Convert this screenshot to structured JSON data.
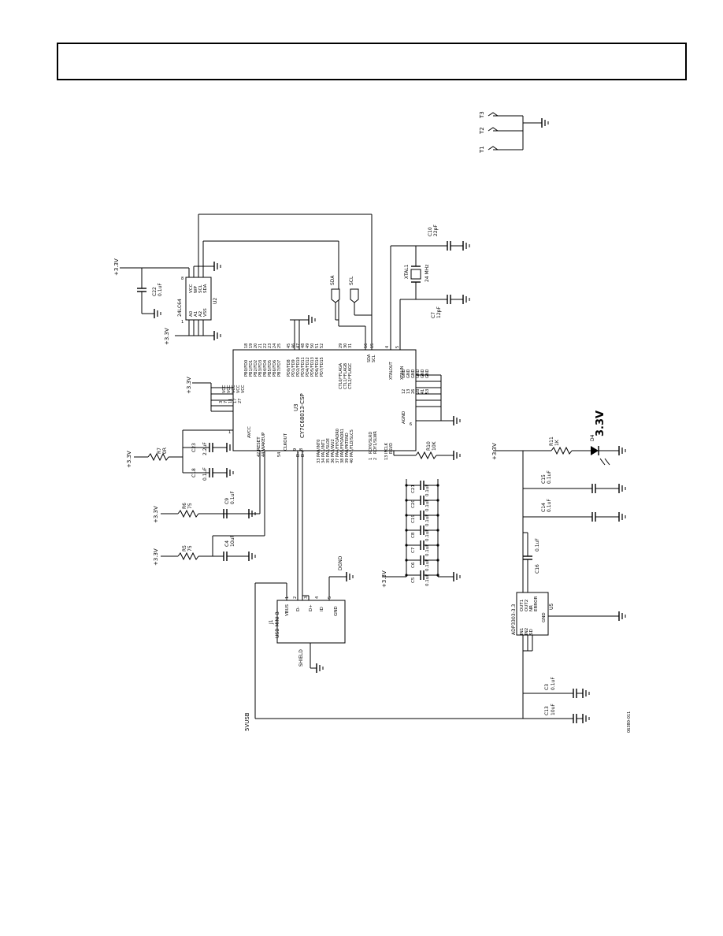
{
  "test_points": [
    "T3",
    "T2",
    "T1"
  ],
  "eeprom": {
    "ref": "U2",
    "part": "24LC64",
    "pins_right": [
      "VCC",
      "WP",
      "SCL",
      "SDA"
    ],
    "pins_left": [
      "A0",
      "A1",
      "A2",
      "VSS"
    ],
    "pin_vcc": "8",
    "pin_a0": "1"
  },
  "rails": {
    "v33": "+3.3V",
    "vbus": "5VUSB"
  },
  "caps": {
    "c22": {
      "ref": "C22",
      "val": "0.1uF"
    },
    "c10": {
      "ref": "C10",
      "val": "22pF"
    },
    "c7": {
      "ref": "C7",
      "val": "12pF"
    },
    "c23": {
      "ref": "C23",
      "val": "2.2uF"
    },
    "c18": {
      "ref": "C18",
      "val": "0.1uF"
    },
    "c9": {
      "ref": "C9",
      "val": "0.1uF"
    },
    "c4": {
      "ref": "C4",
      "val": "10uF"
    },
    "c15": {
      "ref": "C15",
      "val": "0.1uF"
    },
    "c14": {
      "ref": "C14",
      "val": "0.1uF"
    },
    "c16": {
      "ref": "C16",
      "val": "0.1uF"
    },
    "c3": {
      "ref": "C3",
      "val": "0.1uF"
    },
    "c13": {
      "ref": "C13",
      "val": "10uF"
    }
  },
  "crystal": {
    "ref": "XTAL1",
    "val": "24 MHz"
  },
  "nets": {
    "sda": "SDA",
    "scl": "SCL",
    "dgnd": "DGND",
    "shield": "SHIELD"
  },
  "mcu": {
    "ref": "U3",
    "part": "CY7C68013-CSP",
    "pb_pins": [
      "PB0/FD0",
      "PB1/FD1",
      "PB2/FD2",
      "PB3/FD3",
      "PB4/FD4",
      "PB5/FD5",
      "PB6/FD6",
      "PB7/FD7"
    ],
    "pb_nums": [
      "18",
      "19",
      "20",
      "21",
      "22",
      "23",
      "24",
      "25"
    ],
    "pd_pins": [
      "PD0/FD8",
      "PD1/FD9",
      "PD2/FD10",
      "PD3/FD11",
      "PD4/FD12",
      "PD5/FD13",
      "PD6/FD14",
      "PD7/FD15"
    ],
    "pd_nums": [
      "45",
      "46",
      "47",
      "48",
      "49",
      "50",
      "51",
      "52"
    ],
    "ctl_pins": [
      "CTL0/*FLAGA",
      "CTL1/*FLAGB",
      "CTL2/*FLAGC"
    ],
    "ctl_nums": [
      "29",
      "30",
      "31"
    ],
    "i2c_pins": [
      "SDA",
      "SCL"
    ],
    "i2c_nums": [
      "16",
      "15"
    ],
    "xtal_pins": [
      "XTALOUT",
      "XTALIN"
    ],
    "xtal_nums": [
      "4",
      "5"
    ],
    "vcc_pins": [
      "VCC",
      "VCC",
      "VCC",
      "VCC",
      "VCC"
    ],
    "vcc_nums": [
      "3",
      "7",
      "11",
      "17",
      "27"
    ],
    "gnd_pins": [
      "GND",
      "GND",
      "GND",
      "GND",
      "GND",
      "GND"
    ],
    "gnd_nums": [
      "12",
      "13",
      "26",
      "28",
      "41",
      "53"
    ],
    "avcc": "AVCC",
    "avcc_num": "1",
    "agnd": "AGND",
    "agnd_num": "6",
    "reset": "RESET",
    "reset_num": "42",
    "wakeup": "WAKEUP",
    "wakeup_num": "44",
    "clkout": "CLKOUT",
    "clkout_num": "54",
    "dplus": "D+",
    "dplus_num": "8",
    "dminus": "D-",
    "dminus_num": "9",
    "pa_pins": [
      "PA0/INT0",
      "PA1/INT1",
      "PA2/SLOE",
      "PA3/WU2",
      "PA4/FIFOADR0",
      "PA5/FIFOADR1",
      "PA6/PKTEND",
      "PA7/FLD/SLCS"
    ],
    "pa_nums": [
      "33",
      "34",
      "35",
      "36",
      "37",
      "38",
      "39",
      "40"
    ],
    "rdy_pins": [
      "RDY0/SLRD",
      "RDY1/SLWR",
      "IFCLK"
    ],
    "rdy_nums": [
      "1",
      "2",
      "13"
    ],
    "rdy_extra": "RSVD"
  },
  "resistors": {
    "r7": {
      "ref": "R7",
      "val": "0R"
    },
    "r6": {
      "ref": "R6",
      "val": "75"
    },
    "r5": {
      "ref": "R5",
      "val": "75"
    },
    "r10": {
      "ref": "R10",
      "val": "10K"
    },
    "r11": {
      "ref": "R11",
      "val": "1K"
    }
  },
  "usb": {
    "ref": "J1",
    "part": "USB-MINI-B",
    "pins": [
      "VBUS",
      "D-",
      "D+",
      "ID",
      "GND"
    ],
    "nums": [
      "1",
      "2",
      "3",
      "4",
      "5"
    ]
  },
  "bank": {
    "refs": [
      "C21",
      "C20",
      "C19",
      "C8",
      "C7",
      "C6",
      "C5"
    ],
    "val": "0.1uF",
    "vals": [
      "0.1uF",
      "0.1uF",
      "0.1uF",
      "0.1uF",
      "0.1uF",
      "0.1uF",
      "0.1uF"
    ]
  },
  "led": {
    "ref": "D4",
    "label": "3.3V"
  },
  "ldo": {
    "ref": "U5",
    "part": "ADP3303-3.3",
    "pins_left": [
      "IN1",
      "IN2",
      "SD"
    ],
    "pins_right": [
      "OUT1",
      "OUT2",
      "NR",
      "ERROR",
      "GND"
    ]
  },
  "figure_id": "06380-011"
}
